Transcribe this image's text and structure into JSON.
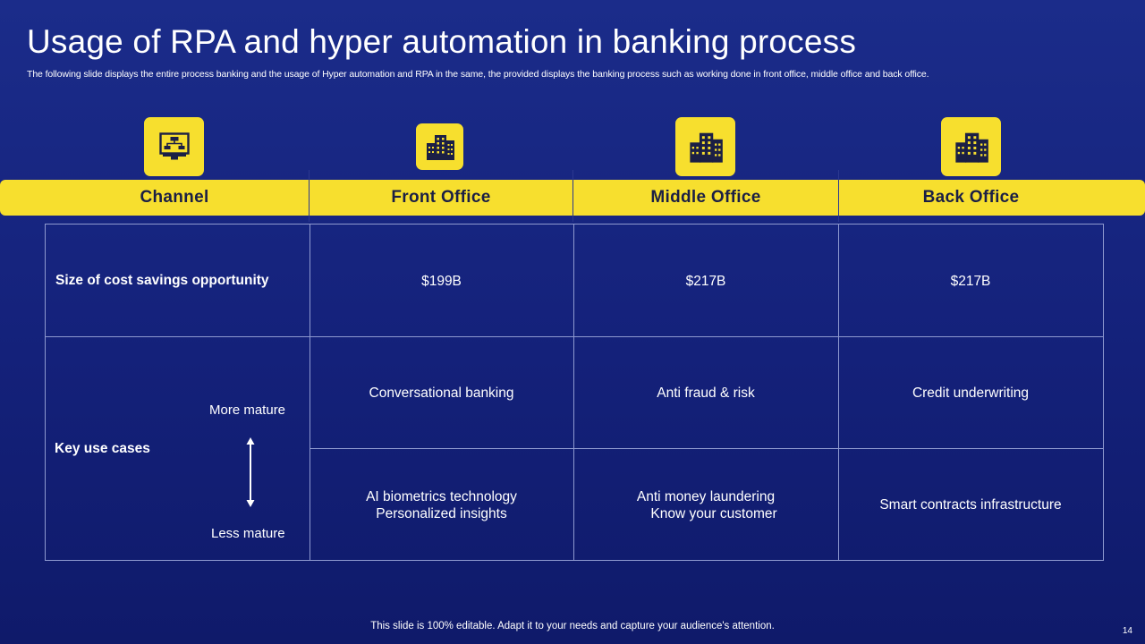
{
  "title": "Usage of RPA and hyper automation in banking process",
  "subtitle": "The following slide displays the entire process banking and the usage of Hyper automation and RPA in the same, the provided displays the banking process such as working done in front office,  middle office and back office.",
  "columns": [
    {
      "label": "Channel",
      "icon": "flowchart-monitor-icon"
    },
    {
      "label": "Front Office",
      "icon": "office-buildings-icon"
    },
    {
      "label": "Middle Office",
      "icon": "office-buildings-icon"
    },
    {
      "label": "Back Office",
      "icon": "office-buildings-icon"
    }
  ],
  "rows": {
    "cost_savings": {
      "label": "Size of cost savings opportunity",
      "values": [
        "$199B",
        "$217B",
        "$217B"
      ]
    },
    "use_cases": {
      "label": "Key use cases",
      "more_mature": "More mature",
      "less_mature": "Less mature",
      "mature_cases": [
        "Conversational banking",
        "Anti fraud & risk",
        "Credit underwriting"
      ],
      "less_mature_cases": [
        [
          "AI biometrics technology",
          "Personalized insights"
        ],
        [
          "Anti money laundering",
          "Know your customer"
        ],
        [
          "Smart contracts infrastructure"
        ]
      ]
    }
  },
  "footer": "This slide is 100% editable. Adapt it to your needs and capture your audience's attention.",
  "page_number": "14",
  "colors": {
    "background": "#1b2c8a",
    "accent_yellow": "#f7df2e",
    "header_text": "#1b1f45",
    "grid_line": "#8f9ad0"
  }
}
